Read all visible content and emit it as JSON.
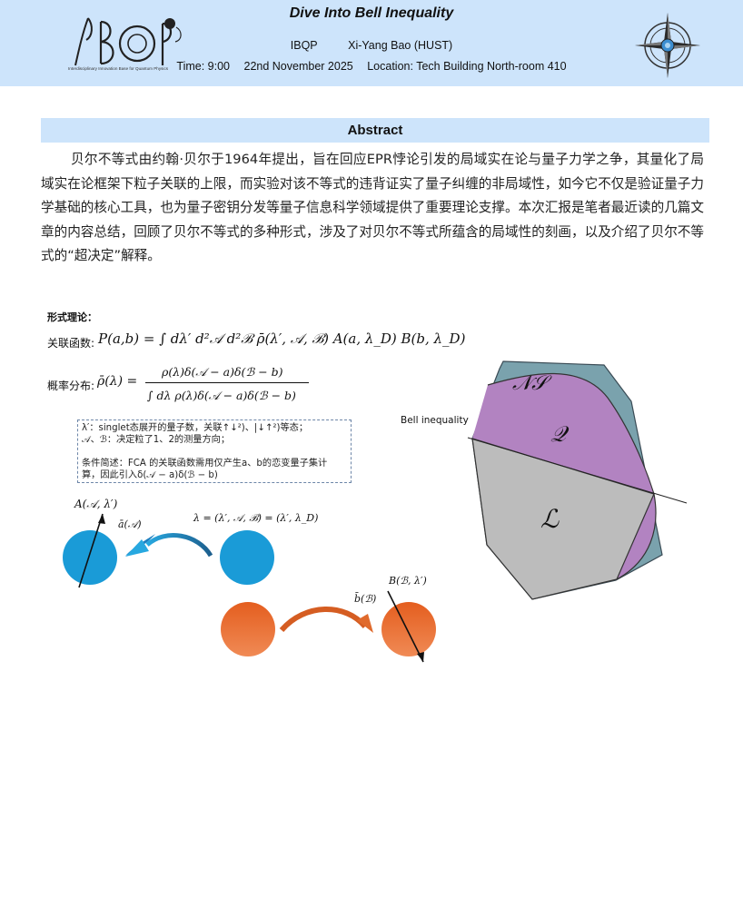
{
  "header": {
    "title": "Dive Into Bell Inequality",
    "org": "IBQP",
    "author": "Xi-Yang Bao (HUST)",
    "time": "Time: 9:00",
    "date": "22nd November 2025",
    "location": "Location: Tech Building North-room 410",
    "logo_text": "IBQP",
    "logo_tagline": "Interdisciplinary Innovation Base for Quantum Physics",
    "compass_icon": "compass-icon"
  },
  "abstract": {
    "heading": "Abstract",
    "body": "贝尔不等式由约翰·贝尔于1964年提出，旨在回应EPR悖论引发的局域实在论与量子力学之争，其量化了局域实在论框架下粒子关联的上限，而实验对该不等式的违背证实了量子纠缠的非局域性，如今它不仅是验证量子力学基础的核心工具，也为量子密钥分发等量子信息科学领域提供了重要理论支撑。本次汇报是笔者最近读的几篇文章的内容总结，回顾了贝尔不等式的多种形式，涉及了对贝尔不等式所蕴含的局域性的刻画，以及介绍了贝尔不等式的“超决定”解释。"
  },
  "figure": {
    "section_label": "形式理论：",
    "corr_label": "关联函数:",
    "corr_formula": "P(a,b) = ∫ dλ′ d²𝒜 d²ℬ ρ̄(λ′, 𝒜, ℬ) A(a, λ_D) B(b, λ_D)",
    "prob_label": "概率分布:",
    "prob_lhs": "ρ̄(λ) =",
    "prob_num": "ρ(λ)δ(𝒜 − a)δ(ℬ − b)",
    "prob_den": "∫ dλ ρ(λ)δ(𝒜 − a)δ(ℬ − b)",
    "note_lines": [
      "λ′：singlet态展开的量子数，关联↑↓²)、|↓↑²)等态；",
      "𝒜、ℬ：决定粒了1、2的测量方向；",
      "",
      "条件简述：FCA 的关联函数需用仅产生a、b的恋变量子集计",
      "算，因此引入δ(𝒜 − a)δ(ℬ − b)"
    ],
    "label_A": "A(𝒜, λ′)",
    "label_a_vec": "ā(𝒜)",
    "label_lambda": "λ = (λ′, 𝒜, ℬ) = (λ′, λ_D)",
    "label_B": "B(ℬ, λ′)",
    "label_b_vec": "b̄(ℬ)",
    "polytope": {
      "bell_label": "Bell inequality",
      "ns_label": "𝒩𝒮",
      "q_label": "𝒬",
      "l_label": "ℒ",
      "colors": {
        "ns": "#7aa2ad",
        "q": "#b283c1",
        "l": "#bcbcbc"
      }
    },
    "colors": {
      "blue_ball": "#1a9bd7",
      "orange_ball": "#ea6d2a"
    }
  }
}
